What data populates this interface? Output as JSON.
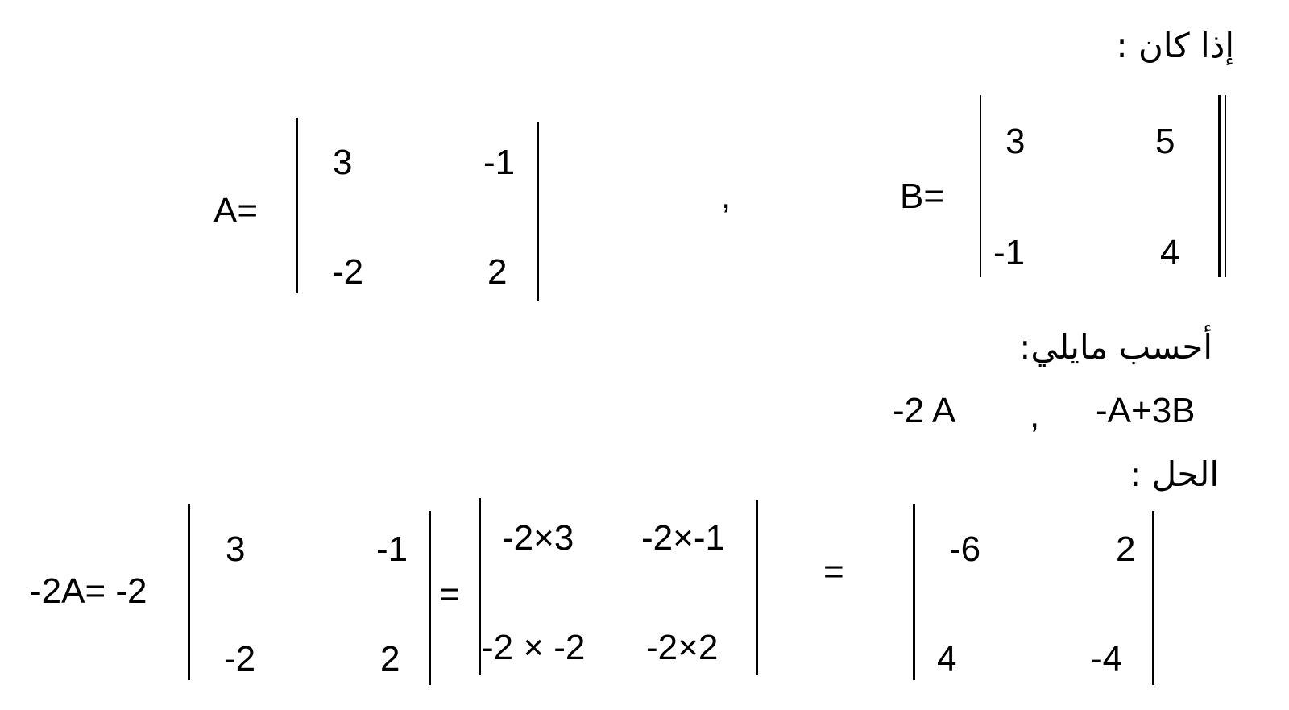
{
  "heading_if": "إذا كان :",
  "matrix_a": {
    "label": "A=",
    "cells": [
      "3",
      "-1",
      "-2",
      "2"
    ]
  },
  "separator_comma": ",",
  "matrix_b": {
    "label": "B=",
    "cells": [
      "3",
      "5",
      "-1",
      "4"
    ]
  },
  "task_prompt": "أحسب مايلي:",
  "tasks": {
    "first": "-2 A",
    "comma": ",",
    "second": "-A+3B"
  },
  "solution_label": "الحل :",
  "solution": {
    "lhs": "-2A= -2",
    "matrix1": [
      "3",
      "-1",
      "-2",
      "2"
    ],
    "eq1": "=",
    "matrix2": [
      "-2×3",
      "-2×-1",
      "-2 × -2",
      "-2×2"
    ],
    "eq2": "=",
    "matrix3": [
      "-6",
      "2",
      "4",
      "-4"
    ]
  }
}
